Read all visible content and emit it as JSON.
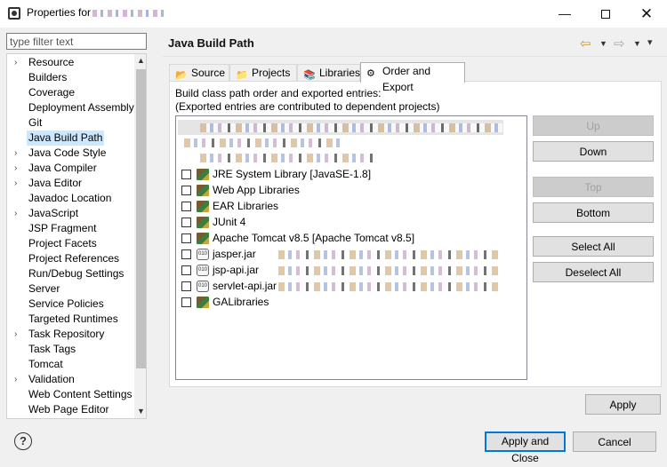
{
  "window": {
    "title": "Properties for",
    "minimize_glyph": "—",
    "maximize_glyph": "",
    "close_glyph": "✕"
  },
  "filter": {
    "placeholder": "type filter text",
    "value": ""
  },
  "tree": {
    "items": [
      {
        "label": "Resource",
        "expandable": true
      },
      {
        "label": "Builders",
        "expandable": false
      },
      {
        "label": "Coverage",
        "expandable": false
      },
      {
        "label": "Deployment Assembly",
        "expandable": false
      },
      {
        "label": "Git",
        "expandable": false
      },
      {
        "label": "Java Build Path",
        "expandable": false,
        "selected": true
      },
      {
        "label": "Java Code Style",
        "expandable": true
      },
      {
        "label": "Java Compiler",
        "expandable": true
      },
      {
        "label": "Java Editor",
        "expandable": true
      },
      {
        "label": "Javadoc Location",
        "expandable": false
      },
      {
        "label": "JavaScript",
        "expandable": true
      },
      {
        "label": "JSP Fragment",
        "expandable": false
      },
      {
        "label": "Project Facets",
        "expandable": false
      },
      {
        "label": "Project References",
        "expandable": false
      },
      {
        "label": "Run/Debug Settings",
        "expandable": false
      },
      {
        "label": "Server",
        "expandable": false
      },
      {
        "label": "Service Policies",
        "expandable": false
      },
      {
        "label": "Targeted Runtimes",
        "expandable": false
      },
      {
        "label": "Task Repository",
        "expandable": true
      },
      {
        "label": "Task Tags",
        "expandable": false
      },
      {
        "label": "Tomcat",
        "expandable": false
      },
      {
        "label": "Validation",
        "expandable": true
      },
      {
        "label": "Web Content Settings",
        "expandable": false
      },
      {
        "label": "Web Page Editor",
        "expandable": false
      }
    ]
  },
  "page": {
    "title": "Java Build Path",
    "back_glyph": "⇦",
    "forward_glyph": "⇨",
    "dropdown_glyph": "▼",
    "menu_glyph": "▾"
  },
  "tabs": [
    {
      "label": "Source",
      "icon": "source-folder-icon",
      "active": false
    },
    {
      "label": "Projects",
      "icon": "projects-icon",
      "active": false
    },
    {
      "label": "Libraries",
      "icon": "library-icon",
      "active": false
    },
    {
      "label": "Order and Export",
      "icon": "order-export-icon",
      "active": true
    }
  ],
  "description": {
    "line1": "Build class path order and exported entries:",
    "line2": "(Exported entries are contributed to dependent projects)"
  },
  "entries": [
    {
      "label": "JRE System Library [JavaSE-1.8]",
      "icon": "library-icon"
    },
    {
      "label": "Web App Libraries",
      "icon": "library-icon"
    },
    {
      "label": "EAR Libraries",
      "icon": "library-icon"
    },
    {
      "label": "JUnit 4",
      "icon": "library-icon"
    },
    {
      "label": "Apache Tomcat v8.5 [Apache Tomcat v8.5]",
      "icon": "library-icon"
    },
    {
      "label": "jasper.jar",
      "icon": "jar-icon"
    },
    {
      "label": "jsp-api.jar",
      "icon": "jar-icon"
    },
    {
      "label": "servlet-api.jar",
      "icon": "jar-icon"
    },
    {
      "label": "GALibraries",
      "icon": "library-icon"
    }
  ],
  "buttons": {
    "up": "Up",
    "down": "Down",
    "top": "Top",
    "bottom": "Bottom",
    "select_all": "Select All",
    "deselect_all": "Deselect All",
    "apply": "Apply",
    "apply_and_close": "Apply and Close",
    "cancel": "Cancel"
  },
  "help_glyph": "?"
}
